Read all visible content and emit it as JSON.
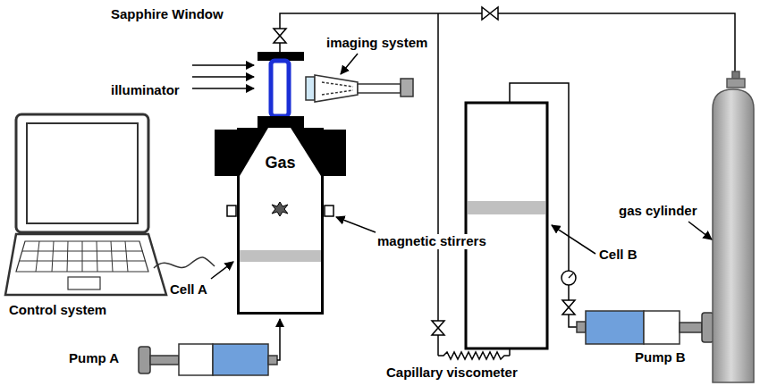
{
  "diagram": {
    "nodes": [
      {
        "text": [
          "Gas"
        ]
      }
    ],
    "labels": [
      "Sapphire Window",
      "imaging system",
      "illuminator",
      "gas cylinder",
      "magnetic stirrers",
      "Cell B",
      "Cell A",
      "Control system",
      "Pump A",
      "Pump B",
      "Capillary viscometer"
    ]
  }
}
